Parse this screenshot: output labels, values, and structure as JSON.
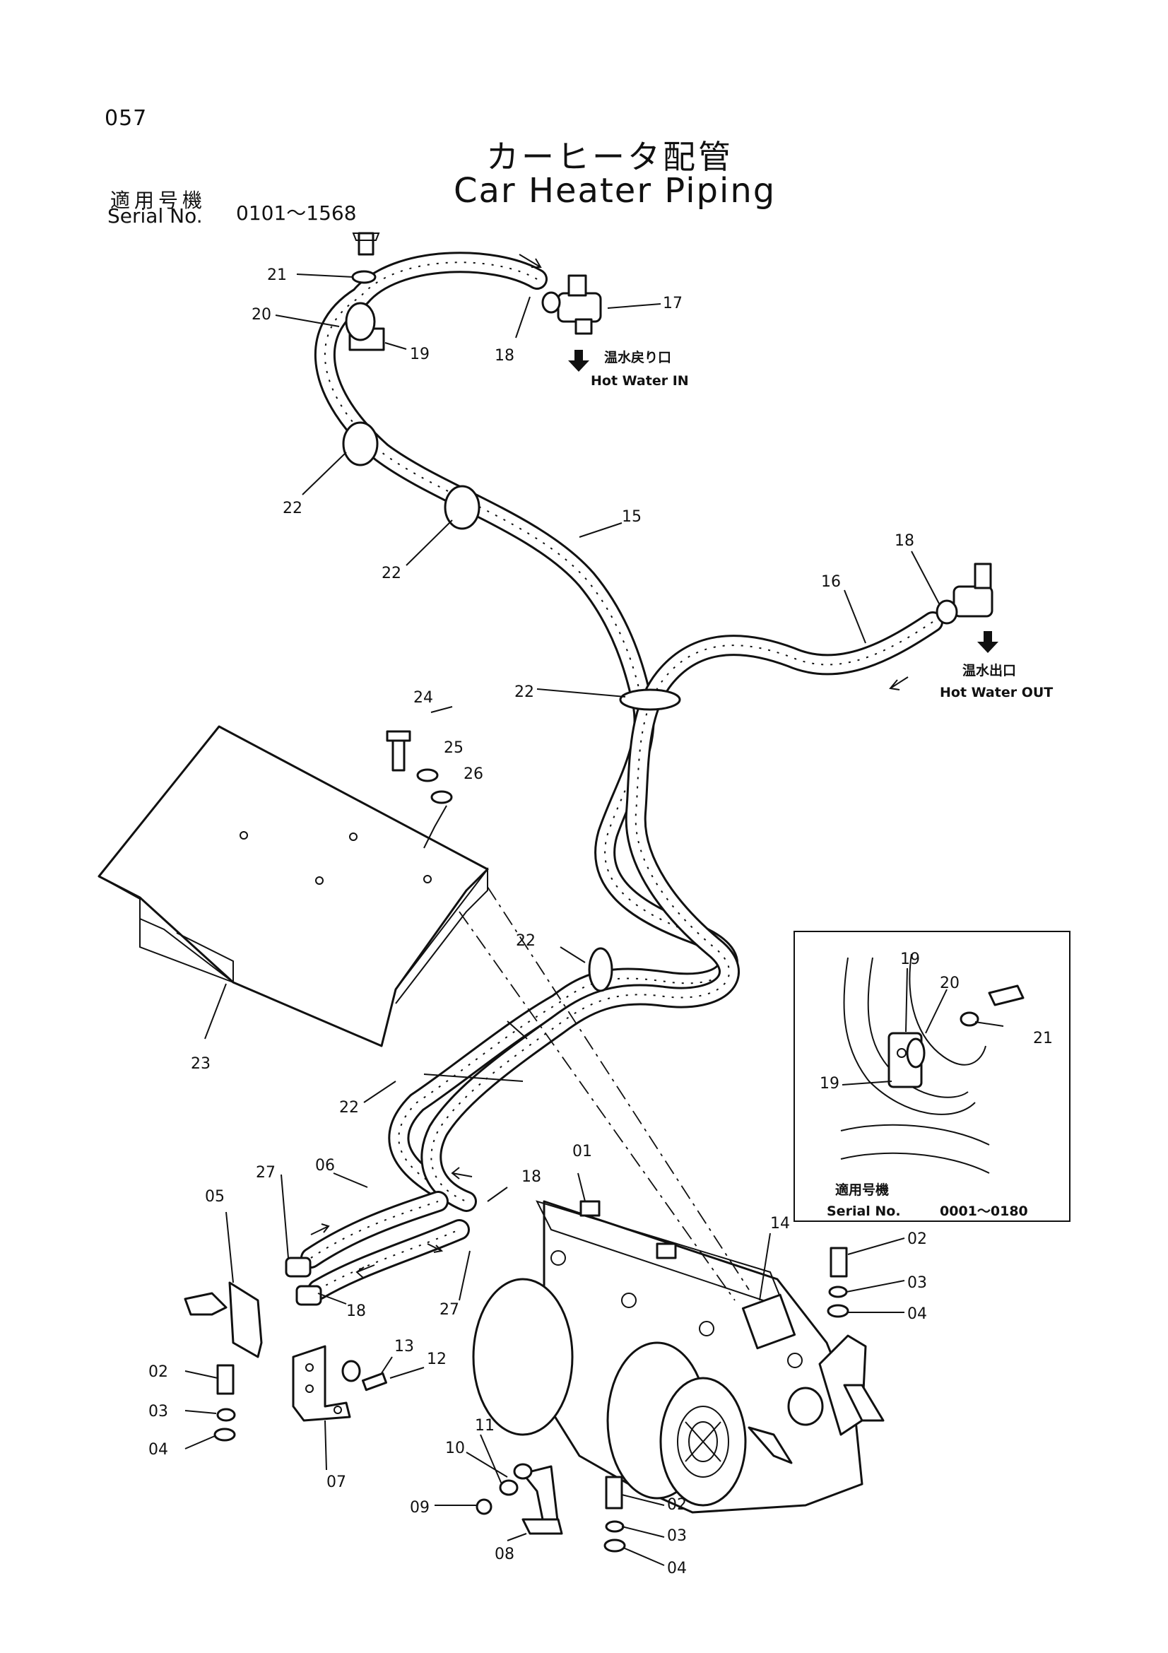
{
  "page": {
    "number": "057"
  },
  "title": {
    "jp": "カーヒータ配管",
    "en": "Car Heater Piping"
  },
  "serial": {
    "label_jp": "適用号機",
    "label_en": "Serial No.",
    "value": "0101～1568"
  },
  "notes": {
    "water_in_jp": "温水戻り口",
    "water_in_en": "Hot Water IN",
    "water_out_jp": "温水出口",
    "water_out_en": "Hot Water OUT"
  },
  "inset": {
    "serial_jp": "適用号機",
    "serial_en": "Serial No.",
    "serial_value": "0001～0180"
  },
  "callouts": {
    "c01": "01",
    "c02": "02",
    "c03": "03",
    "c04": "04",
    "c05": "05",
    "c06": "06",
    "c07": "07",
    "c08": "08",
    "c09": "09",
    "c10": "10",
    "c11": "11",
    "c12": "12",
    "c13": "13",
    "c14": "14",
    "c15": "15",
    "c16": "16",
    "c17": "17",
    "c18": "18",
    "c19": "19",
    "c20": "20",
    "c21": "21",
    "c22": "22",
    "c23": "23",
    "c24": "24",
    "c25": "25",
    "c26": "26",
    "c27": "27"
  }
}
